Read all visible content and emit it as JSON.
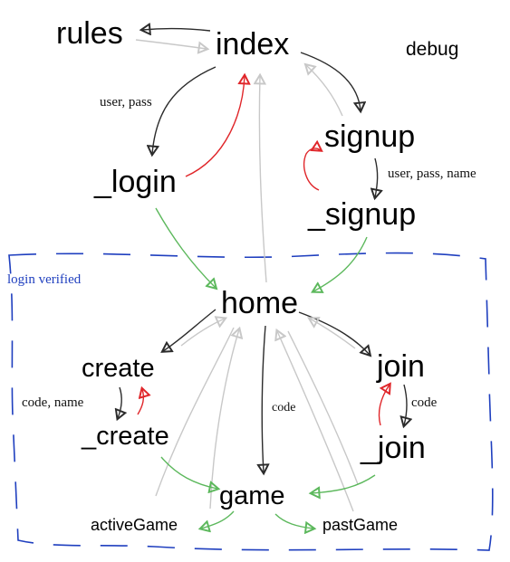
{
  "colors": {
    "black_arrow": "#2b2b2b",
    "gray_arrow": "#c8c8c8",
    "red_arrow": "#e0262a",
    "green_arrow": "#5cb85c",
    "region_border": "#1f3fbf",
    "region_text": "#1f3fbf"
  },
  "nodes": {
    "rules": "rules",
    "index": "index",
    "debug": "debug",
    "signup": "signup",
    "login": "_login",
    "signup_action": "_signup",
    "home": "home",
    "create": "create",
    "join": "join",
    "create_action": "_create",
    "join_action": "_join",
    "game": "game",
    "active_game": "activeGame",
    "past_game": "pastGame"
  },
  "edge_labels": {
    "index_to_login": "user, pass",
    "signup_to_signup_action": "user, pass, name",
    "create_to_create_action": "code, name",
    "home_to_game": "code",
    "join_to_join_action": "code"
  },
  "region": {
    "label": "login verified"
  }
}
